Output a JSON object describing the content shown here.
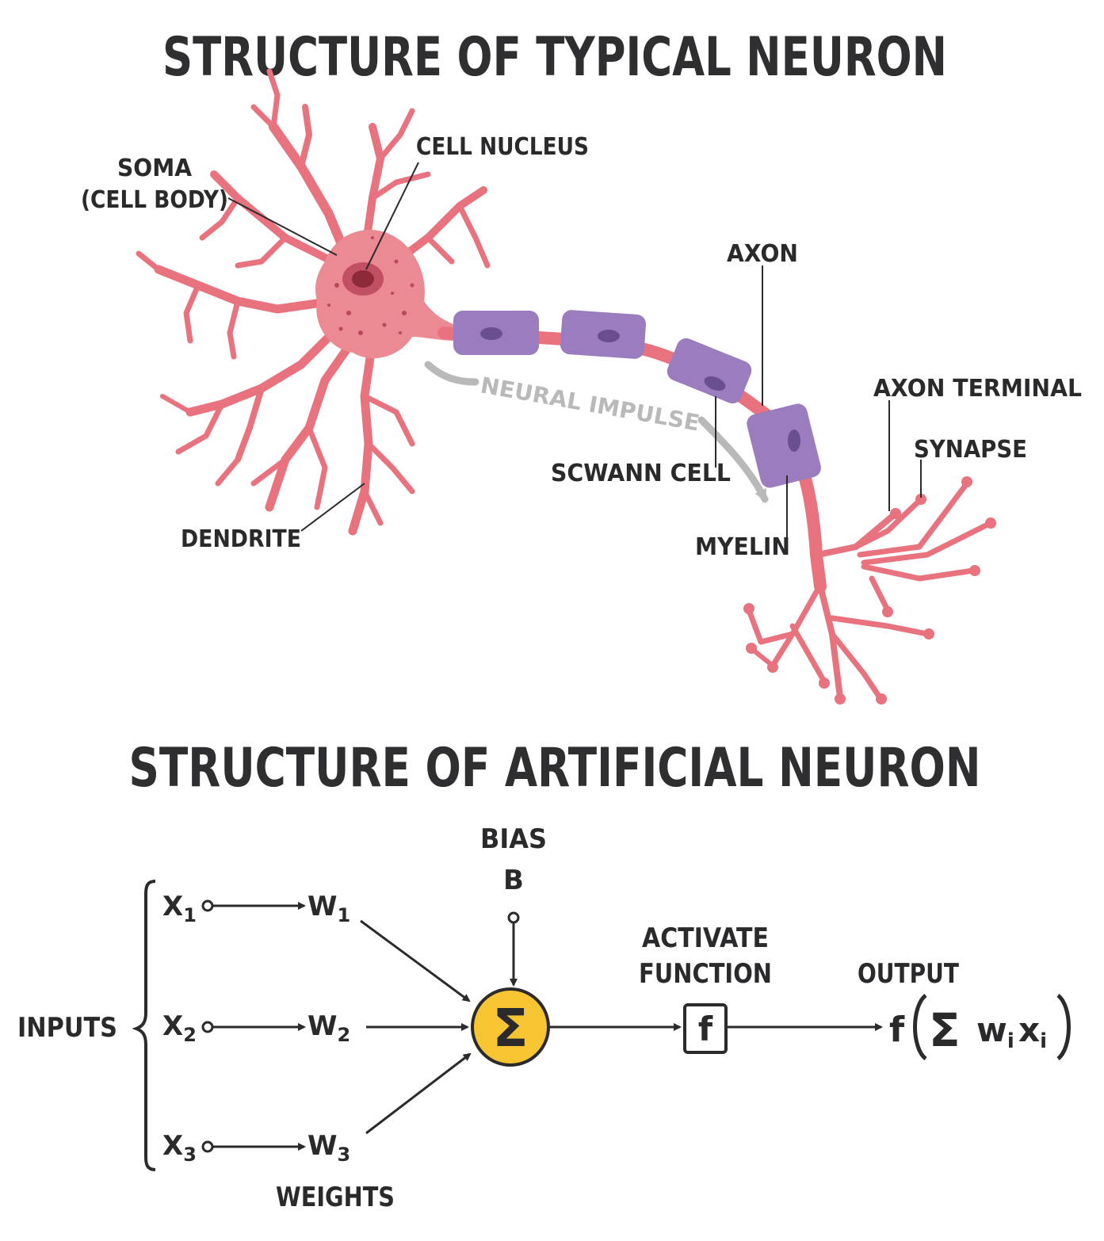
{
  "titles": {
    "typical": "STRUCTURE OF TYPICAL NEURON",
    "artificial": "STRUCTURE OF ARTIFICIAL NEURON"
  },
  "biological_labels": {
    "soma_line1": "SOMA",
    "soma_line2": "(CELL BODY)",
    "cell_nucleus": "CELL NUCLEUS",
    "axon": "AXON",
    "axon_terminal": "AXON TERMINAL",
    "synapse": "SYNAPSE",
    "neural_impulse": "NEURAL IMPULSE",
    "schwann_cell": "SCWANN CELL",
    "myelin": "MYELIN",
    "dendrite": "DENDRITE"
  },
  "artificial_labels": {
    "inputs": "INPUTS",
    "weights": "WEIGHTS",
    "bias_line1": "BIAS",
    "bias_line2": "B",
    "activate_line1": "ACTIVATE",
    "activate_line2": "FUNCTION",
    "output": "OUTPUT",
    "sum_symbol": "Σ",
    "function_symbol": "f",
    "x_var": "X",
    "w_var": "W",
    "indices": [
      "1",
      "2",
      "3"
    ],
    "formula_f": "f",
    "formula_sigma": "Σ",
    "formula_w": "w",
    "formula_x": "x",
    "formula_i": "i"
  },
  "colors": {
    "neuron_pink": "#e8737f",
    "soma_pink": "#ec8a93",
    "nucleus": "#8c2a3a",
    "myelin_purple": "#9a7cbf",
    "myelin_dark": "#6a4f8f",
    "impulse_gray": "#b9b9b9",
    "sum_yellow": "#f7c531",
    "ink": "#2b2b2b"
  }
}
